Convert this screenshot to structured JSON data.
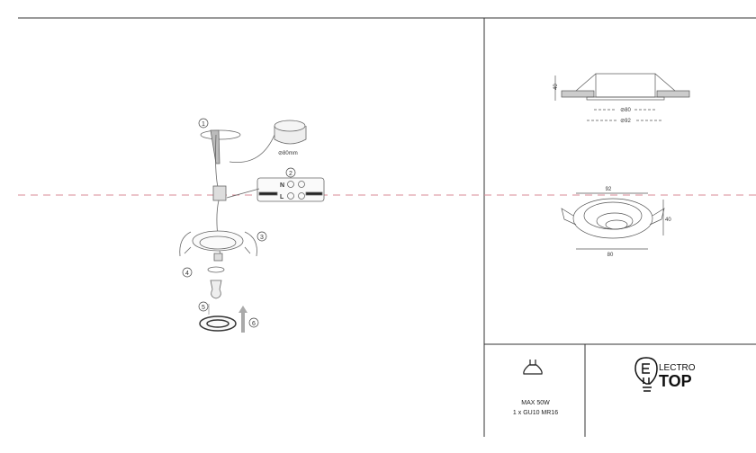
{
  "installation": {
    "steps": [
      "1",
      "2",
      "3",
      "4",
      "5",
      "6"
    ],
    "hole_size": "⊘80mm",
    "terminal_n": "N",
    "terminal_l": "L"
  },
  "side_view": {
    "height": "40",
    "inner_diameter": "⊘80",
    "outer_diameter": "⊘92"
  },
  "perspective_view": {
    "top_width": "92",
    "height": "40",
    "bottom_width": "80"
  },
  "specs": {
    "lamp_icon": "gu10-lamp-icon",
    "max_power": "MAX 50W",
    "lamp_type": "1 x GU10 MR16"
  },
  "brand": {
    "logo_icon": "bulb-e-icon",
    "line1": "LECTRO",
    "line2": "TOP"
  },
  "colors": {
    "dashed_line": "#d98a96",
    "frame": "#333333"
  }
}
